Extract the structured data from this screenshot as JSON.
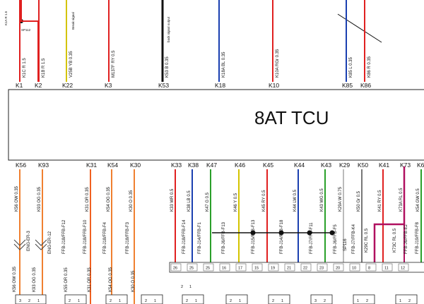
{
  "tcu": {
    "title": "8AT TCU"
  },
  "top_annotations": {
    "left_ids": [
      "K1A R 1.5",
      "SP112"
    ],
    "break_signal": "Break signal",
    "back_signal": "back signal output"
  },
  "top_pins": [
    {
      "pin": "K1",
      "wire": "K1C R 1.5",
      "color": "#e02020"
    },
    {
      "pin": "K2",
      "wire": "K1B R 1.5",
      "color": "#e02020"
    },
    {
      "pin": "K22",
      "wire": "V25B YB 0.35",
      "color": "#d4c400"
    },
    {
      "pin": "K3",
      "wire": "M137F RY 0.5",
      "color": "#e02020"
    },
    {
      "pin": "K53",
      "wire": "K53 B 0.35",
      "color": "#111111"
    },
    {
      "pin": "K18",
      "wire": "K18A BL 0.35",
      "color": "#1a3fb0"
    },
    {
      "pin": "K10",
      "wire": "K10A RGr 0.35",
      "color": "#e02020"
    },
    {
      "pin": "K85",
      "wire": "K85 L 0.35",
      "color": "#1a3fb0"
    },
    {
      "pin": "K86",
      "wire": "K86 R 0.35",
      "color": "#e02020"
    }
  ],
  "bottom_pins": [
    {
      "pin": "K56",
      "wire": "K56 OW 0.35",
      "color": "#f08030"
    },
    {
      "pin": "K93",
      "wire": "K93 OG 0.35",
      "color": "#f08030"
    },
    {
      "pin": "K31",
      "wire": "K31 OR 0.35",
      "color": "#f06020"
    },
    {
      "pin": "K54",
      "wire": "K54 OG 0.35",
      "color": "#f08030"
    },
    {
      "pin": "K30",
      "wire": "K30 O 0.35",
      "color": "#f08030"
    },
    {
      "pin": "K33",
      "wire": "K33 WR 0.5",
      "color": "#e02020"
    },
    {
      "pin": "K38",
      "wire": "K38 LB 0.5",
      "color": "#1a3fb0"
    },
    {
      "pin": "K47",
      "wire": "K47 G 0.5",
      "color": "#2aa02a"
    },
    {
      "pin": "K46",
      "wire": "K46 Y 0.5",
      "color": "#d4c400"
    },
    {
      "pin": "K45",
      "wire": "K45 RY 0.5",
      "color": "#e02020"
    },
    {
      "pin": "K44",
      "wire": "K44 LW 0.5",
      "color": "#1a3fb0"
    },
    {
      "pin": "K43",
      "wire": "K43 WG 0.5",
      "color": "#2aa02a"
    },
    {
      "pin": "K29",
      "wire": "K29A W 0.75",
      "color": "#bbbbbb"
    },
    {
      "pin": "K50",
      "wire": "K50 Gr 0.5",
      "color": "#777777"
    },
    {
      "pin": "K41",
      "wire": "K41 RY 0.5",
      "color": "#e02020"
    },
    {
      "pin": "K73",
      "wire": "K73A RL 0.5",
      "color": "#b01060"
    },
    {
      "pin": "K6",
      "wire": "K54 GW 0.5",
      "color": "#2aa02a"
    }
  ],
  "harness_labels": [
    "FFB-J18/FFB-F12",
    "FFB-J18/FFB-F10",
    "FFB-J18/FFB-F4",
    "FFB-J18/FFB-F3",
    "FFB-J18/FFB-F14",
    "FFB-J14/FFB-F1",
    "FFB-J6/FFB-F13",
    "FFB-J15/FFB-F13",
    "FFB-J14/FFB-F18",
    "FFB-J7/FFB-F11",
    "FFB-J6/FFB-F5",
    "FFB-J7/FFB-K4",
    "FFB-J6/FFB-E2",
    "FFB-J19/FFB-F8"
  ],
  "eng_labels": [
    "ENG-ER-3",
    "ENG-ER-12"
  ],
  "lower_wires": [
    "K56 OW 0.35",
    "K93 OG 0.35",
    "K55 OR 0.35",
    "K31 OR 0.35",
    "K54 OG 0.35",
    "K30 O 0.35",
    "SP116",
    "K29C RL 0.5",
    "K73C RL 0.5"
  ],
  "connector_pins": [
    "26",
    "25",
    "25",
    "16",
    "17",
    "15",
    "19",
    "21",
    "22",
    "23",
    "20",
    "10",
    "8",
    "11",
    "12"
  ],
  "bottom_connector_pins": [
    "3",
    "2",
    "1",
    "2",
    "1",
    "2",
    "1",
    "2",
    "1",
    "2",
    "1",
    "2",
    "1",
    "2",
    "1"
  ]
}
